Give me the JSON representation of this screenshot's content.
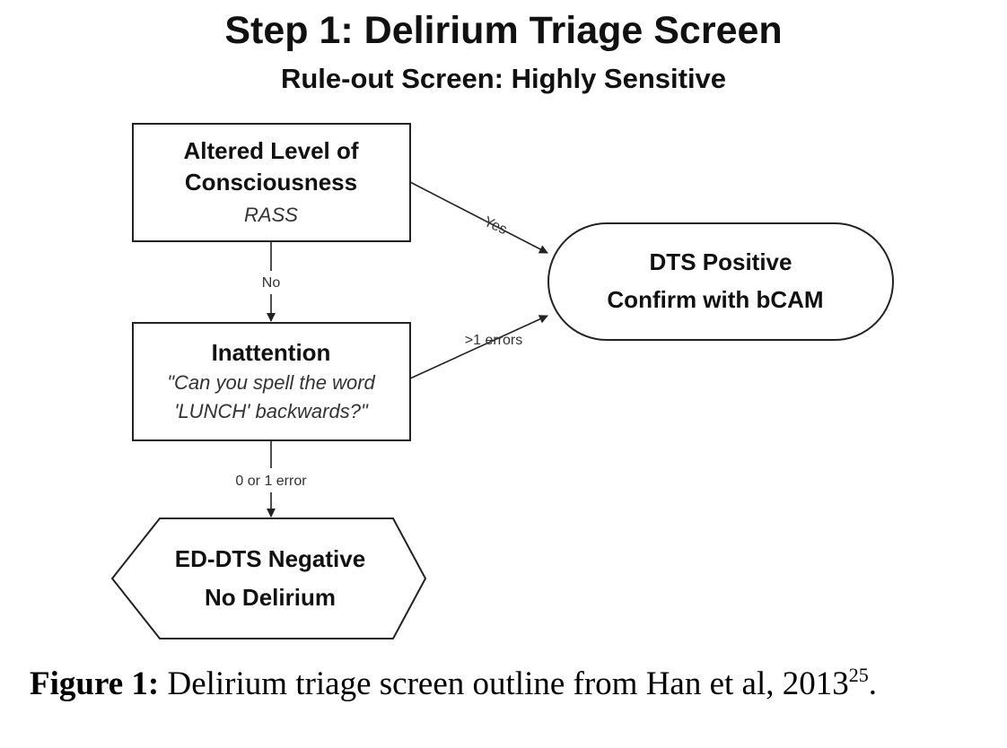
{
  "title": "Step 1: Delirium Triage Screen",
  "subtitle": "Rule-out Screen: Highly Sensitive",
  "nodes": {
    "altered_loc": {
      "line1": "Altered Level of",
      "line2": "Consciousness",
      "sub": "RASS"
    },
    "inattention": {
      "line1": "Inattention",
      "sub1": "\"Can you spell the word",
      "sub2": "'LUNCH' backwards?\""
    },
    "dts_positive": {
      "line1": "DTS Positive",
      "line2": "Confirm with bCAM"
    },
    "ed_dts_negative": {
      "line1": "ED-DTS Negative",
      "line2": "No Delirium"
    }
  },
  "edges": {
    "yes": "Yes",
    "no": "No",
    "errors": ">1 errors",
    "zero_or_one": "0 or 1 error"
  },
  "caption": {
    "label": "Figure 1:",
    "text": " Delirium triage screen outline from Han et al, 2013",
    "ref": "25",
    "end": "."
  }
}
